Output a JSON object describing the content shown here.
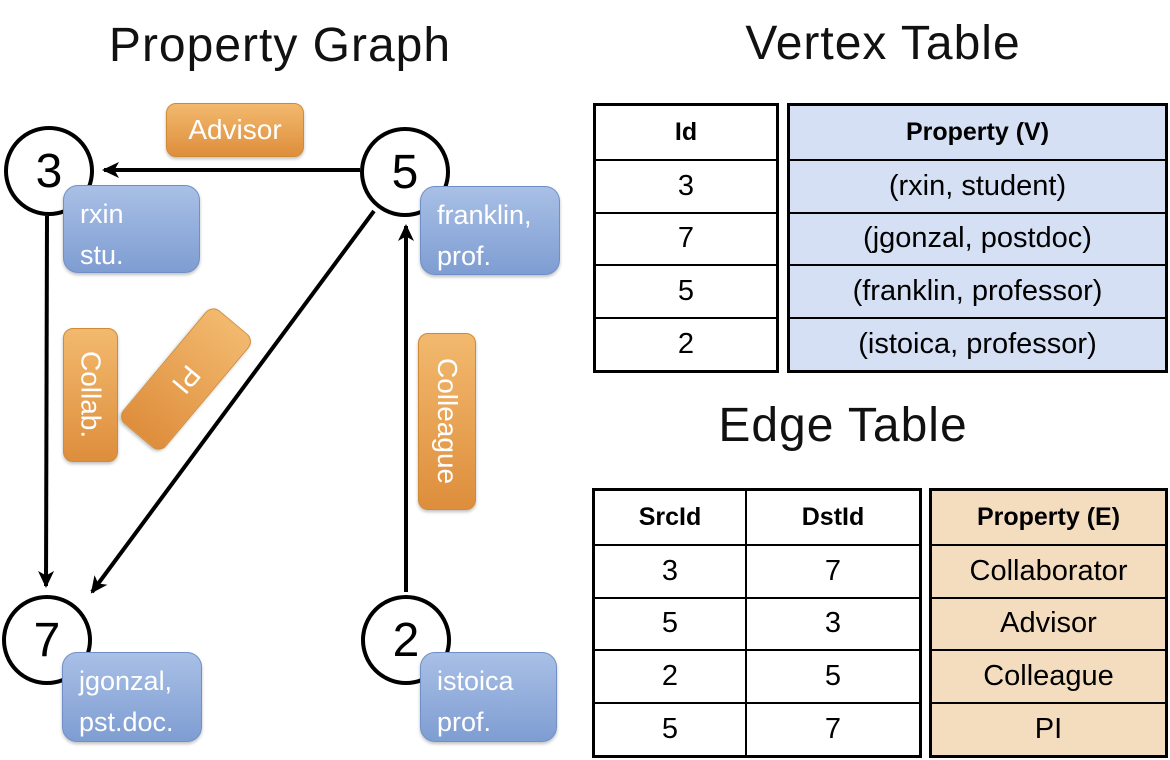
{
  "graph": {
    "title": "Property Graph",
    "nodes": [
      {
        "id": "3"
      },
      {
        "id": "5"
      },
      {
        "id": "7"
      },
      {
        "id": "2"
      }
    ],
    "edge_labels": {
      "advisor": "Advisor",
      "collab": "Collab.",
      "pi": "PI",
      "colleague": "Colleague"
    },
    "vertex_callouts": [
      {
        "line1": "rxin",
        "line2": "stu."
      },
      {
        "line1": "franklin,",
        "line2": "prof."
      },
      {
        "line1": "jgonzal,",
        "line2": "pst.doc."
      },
      {
        "line1": "istoica",
        "line2": "prof."
      }
    ]
  },
  "vertex_table": {
    "title": "Vertex Table",
    "id_header": "Id",
    "property_header": "Property (V)",
    "rows": [
      {
        "id": "3",
        "property": "(rxin, student)"
      },
      {
        "id": "7",
        "property": "(jgonzal, postdoc)"
      },
      {
        "id": "5",
        "property": "(franklin, professor)"
      },
      {
        "id": "2",
        "property": "(istoica, professor)"
      }
    ]
  },
  "edge_table": {
    "title": "Edge Table",
    "src_header": "SrcId",
    "dst_header": "DstId",
    "property_header": "Property (E)",
    "rows": [
      {
        "src": "3",
        "dst": "7",
        "property": "Collaborator"
      },
      {
        "src": "5",
        "dst": "3",
        "property": "Advisor"
      },
      {
        "src": "2",
        "dst": "5",
        "property": "Colleague"
      },
      {
        "src": "5",
        "dst": "7",
        "property": "PI"
      }
    ]
  },
  "colors": {
    "edge_label_orange_top": "#f2b96e",
    "edge_label_orange_bottom": "#de8e3c",
    "vertex_callout_blue_top": "#a9c0e6",
    "vertex_callout_blue_bottom": "#7e9dd2",
    "vertex_table_fill": "#d5e0f4",
    "edge_table_fill": "#f4ddbf",
    "line_color": "#000000"
  }
}
